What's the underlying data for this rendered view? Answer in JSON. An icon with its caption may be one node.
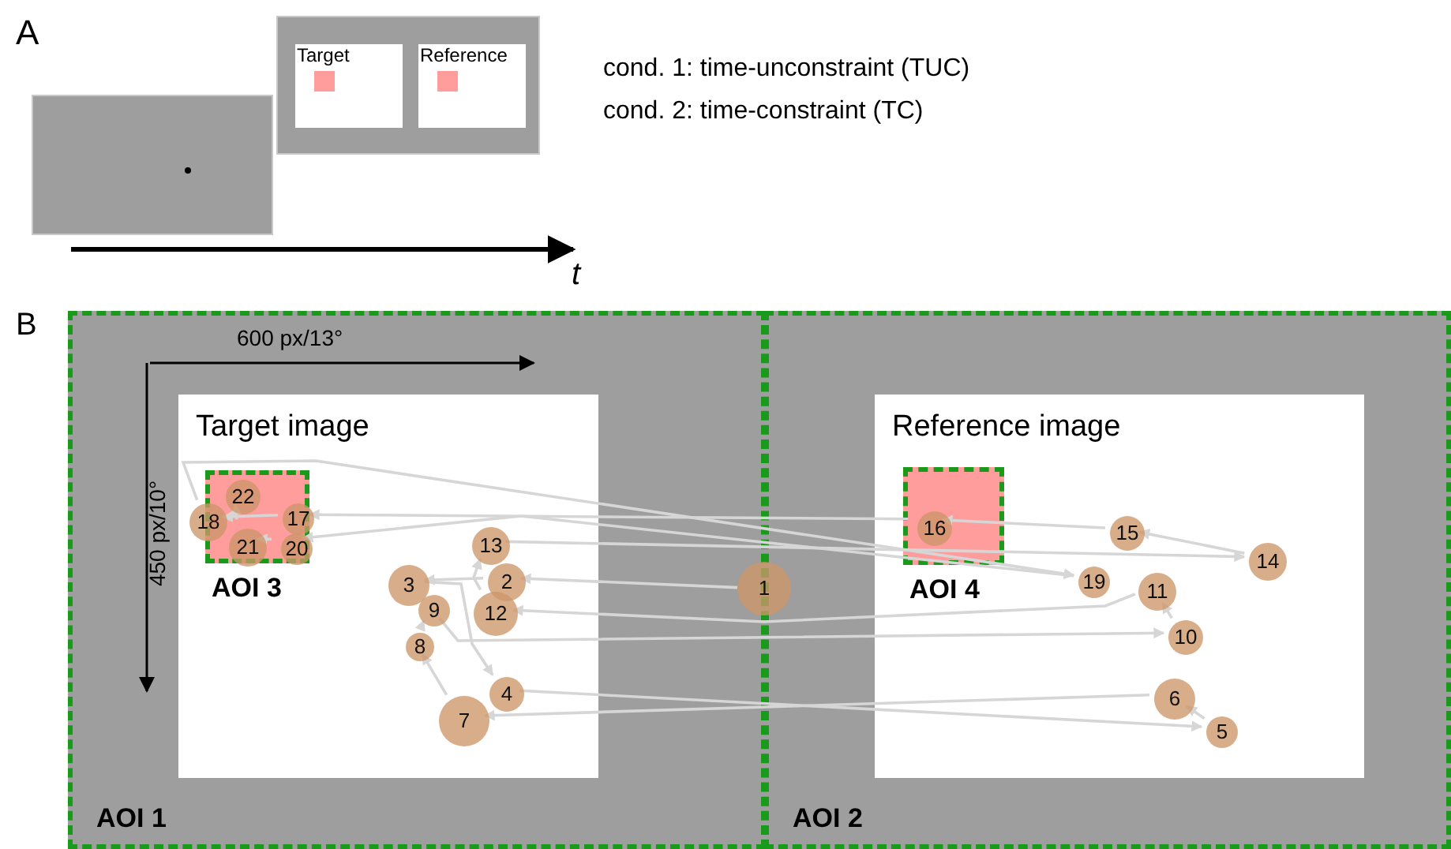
{
  "diagram": {
    "nodes": [
      {
        "text": [],
        "shape": "box"
      },
      {
        "text": [],
        "shape": "box"
      },
      {
        "text": [
          "Target"
        ],
        "in": 1
      },
      {
        "text": [
          "Reference"
        ],
        "in": 1
      },
      {
        "text": [
          "AOI 1"
        ]
      },
      {
        "text": [
          "AOI 2"
        ]
      },
      {
        "text": [
          "Target image"
        ],
        "in": 4
      },
      {
        "text": [
          "AOI 3"
        ],
        "in": 6
      },
      {
        "text": [
          "Reference image"
        ],
        "in": 5
      },
      {
        "text": [
          "AOI 4"
        ],
        "in": 8
      },
      {
        "text": [
          "1"
        ]
      },
      {
        "text": [
          "2"
        ],
        "in": 6
      },
      {
        "text": [
          "3"
        ],
        "in": 6
      },
      {
        "text": [
          "4"
        ],
        "in": 6
      },
      {
        "text": [
          "5"
        ],
        "in": 8
      },
      {
        "text": [
          "6"
        ],
        "in": 8
      },
      {
        "text": [
          "7"
        ],
        "in": 6
      },
      {
        "text": [
          "8"
        ],
        "in": 6
      },
      {
        "text": [
          "9"
        ],
        "in": 6
      },
      {
        "text": [
          "10"
        ],
        "in": 8
      },
      {
        "text": [
          "11"
        ],
        "in": 8
      },
      {
        "text": [
          "12"
        ],
        "in": 6
      },
      {
        "text": [
          "13"
        ],
        "in": 6
      },
      {
        "text": [
          "14"
        ],
        "in": 8
      },
      {
        "text": [
          "15"
        ],
        "in": 8
      },
      {
        "text": [
          "16"
        ],
        "in": 9
      },
      {
        "text": [
          "17"
        ],
        "in": 6
      },
      {
        "text": [
          "18"
        ],
        "in": 6
      },
      {
        "text": [
          "19"
        ],
        "in": 8
      },
      {
        "text": [
          "20"
        ],
        "in": 7
      },
      {
        "text": [
          "21"
        ],
        "in": 7
      },
      {
        "text": [
          "22"
        ],
        "in": 7
      }
    ],
    "edges": [
      {
        "from": 10,
        "to": 11,
        "arrow": "to"
      },
      {
        "from": 11,
        "to": 12,
        "arrow": "to"
      },
      {
        "from": 12,
        "to": 13,
        "arrow": "to"
      },
      {
        "from": 13,
        "to": 14,
        "arrow": "to"
      },
      {
        "from": 14,
        "to": 15,
        "arrow": "to"
      },
      {
        "from": 15,
        "to": 16,
        "arrow": "to"
      },
      {
        "from": 16,
        "to": 17,
        "arrow": "to"
      },
      {
        "from": 17,
        "to": 18,
        "arrow": "to"
      },
      {
        "from": 18,
        "to": 19,
        "arrow": "to"
      },
      {
        "from": 19,
        "to": 20,
        "arrow": "to"
      },
      {
        "from": 20,
        "to": 21,
        "arrow": "to"
      },
      {
        "from": 21,
        "to": 22,
        "arrow": "to"
      },
      {
        "from": 22,
        "to": 23,
        "arrow": "to"
      },
      {
        "from": 23,
        "to": 24,
        "arrow": "to"
      },
      {
        "from": 24,
        "to": 25,
        "arrow": "to"
      },
      {
        "from": 25,
        "to": 26,
        "arrow": "to"
      },
      {
        "from": 26,
        "to": 27,
        "arrow": "to"
      },
      {
        "from": 27,
        "to": 28,
        "arrow": "to"
      },
      {
        "from": 28,
        "to": 29,
        "arrow": "to"
      },
      {
        "from": 29,
        "to": 30,
        "arrow": "to"
      },
      {
        "from": 30,
        "to": 31,
        "arrow": "to"
      }
    ],
    "labels": [
      "A",
      "cond. 1: time-unconstraint (TUC)",
      "cond. 2: time-constraint (TC)",
      "t",
      "B",
      "600 px/13°",
      "450 px/10°"
    ]
  }
}
